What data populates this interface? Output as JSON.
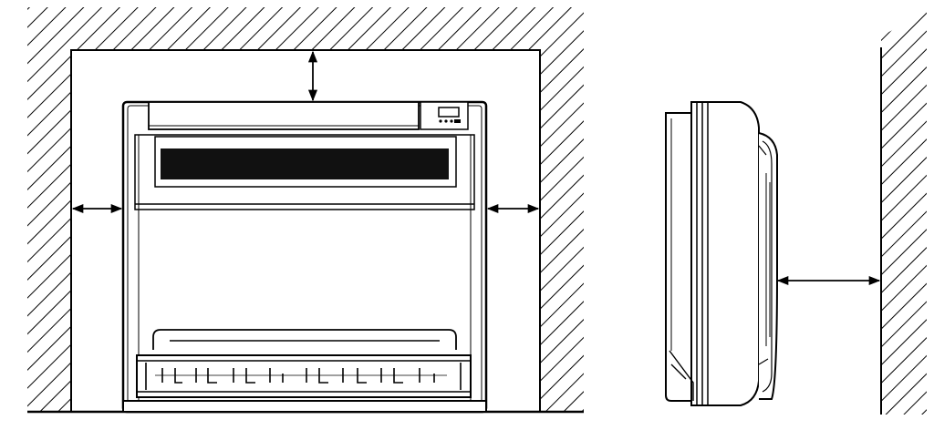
{
  "diagram": {
    "type": "installation-clearance-drawing",
    "views": [
      "front-view",
      "side-view"
    ],
    "colors": {
      "line": "#000000",
      "background": "#ffffff",
      "panel_fill": "#111111"
    },
    "icons": [
      "hatched-wall",
      "clearance-arrow",
      "control-display-icon"
    ]
  }
}
